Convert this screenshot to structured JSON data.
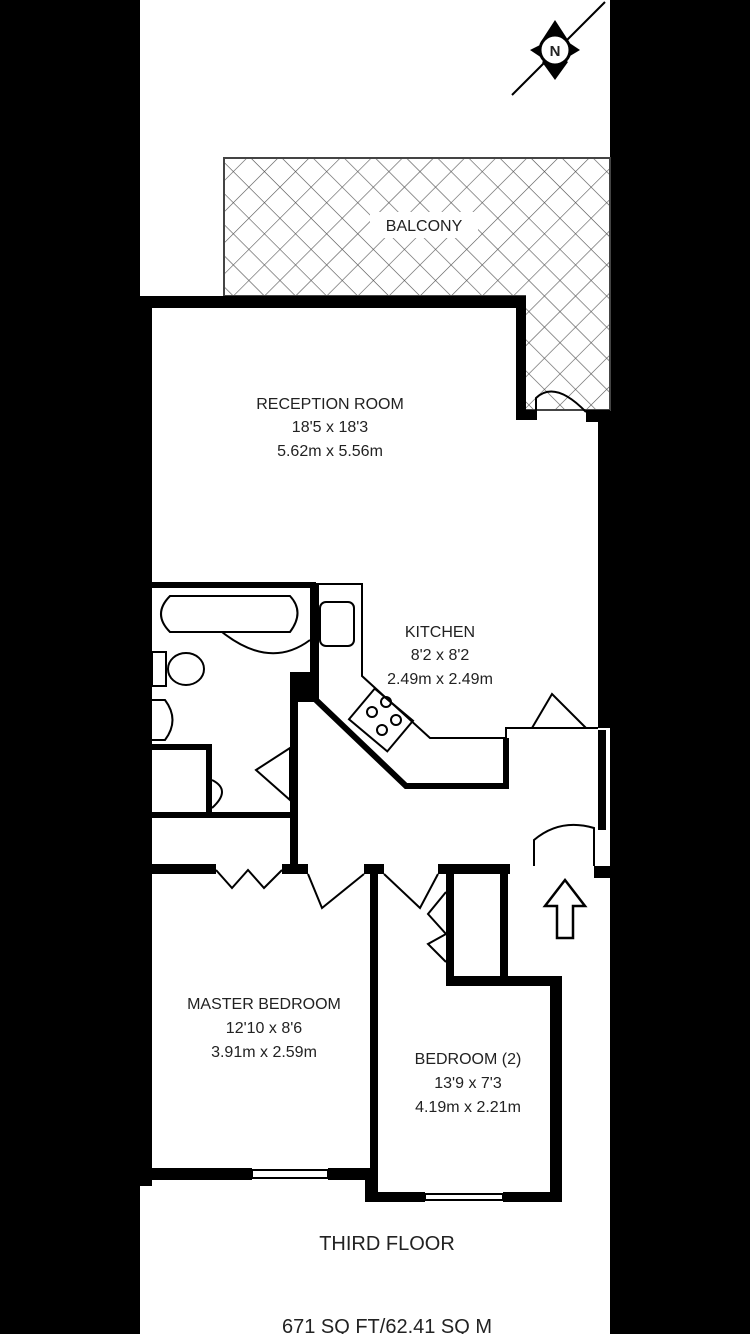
{
  "compass": {
    "letter": "N"
  },
  "rooms": {
    "balcony": {
      "name": "BALCONY"
    },
    "reception": {
      "name": "RECEPTION ROOM",
      "imperial": "18'5 x 18'3",
      "metric": "5.62m x 5.56m"
    },
    "kitchen": {
      "name": "KITCHEN",
      "imperial": "8'2 x 8'2",
      "metric": "2.49m x 2.49m"
    },
    "master_bedroom": {
      "name": "MASTER BEDROOM",
      "imperial": "12'10 x 8'6",
      "metric": "3.91m x 2.59m"
    },
    "bedroom2": {
      "name": "BEDROOM (2)",
      "imperial": "13'9 x 7'3",
      "metric": "4.19m x 2.21m"
    }
  },
  "floor_label": "THIRD FLOOR",
  "area_label": "671 SQ FT/62.41 SQ M"
}
